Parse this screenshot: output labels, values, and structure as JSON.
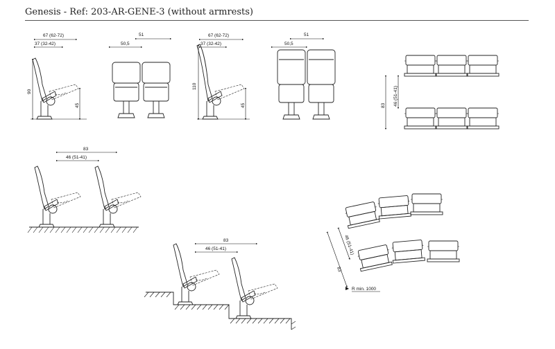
{
  "header": {
    "title": "Genesis - Ref: 203-AR-GENE-3 (without armrests)"
  },
  "side_views": [
    {
      "overall_depth": "67 (62-72)",
      "seat_depth": "37 (32-42)",
      "height": "90",
      "seat_height": "45"
    },
    {
      "overall_depth": "67 (62-72)",
      "seat_depth": "37 (32-42)",
      "height": "110",
      "seat_height": "45"
    }
  ],
  "front_views": [
    {
      "width": "51",
      "seat_width": "50,5"
    },
    {
      "width": "51",
      "seat_width": "50,5"
    }
  ],
  "plan_view_straight": {
    "row_pitch": "83",
    "clearance": "46 (51-41)"
  },
  "section_flat": {
    "row_pitch": "83",
    "clearance": "46 (51-41)"
  },
  "section_stepped": {
    "row_pitch": "83",
    "clearance": "46 (51-41)"
  },
  "plan_view_curved": {
    "row_pitch": "83",
    "clearance": "46 (51-41)",
    "radius_note": "R min. 1000"
  }
}
